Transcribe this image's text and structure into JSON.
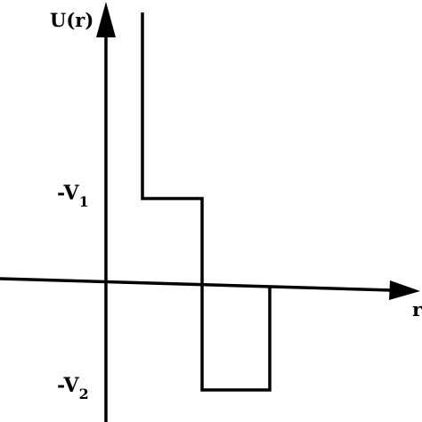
{
  "labels": {
    "y_axis": "U(r)",
    "x_axis": "r",
    "level_upper": {
      "prefix": "-V",
      "subscript": "1"
    },
    "level_lower": {
      "prefix": "-V",
      "subscript": "2"
    }
  },
  "colors": {
    "stroke": "#000000",
    "background": "#ffffff"
  }
}
